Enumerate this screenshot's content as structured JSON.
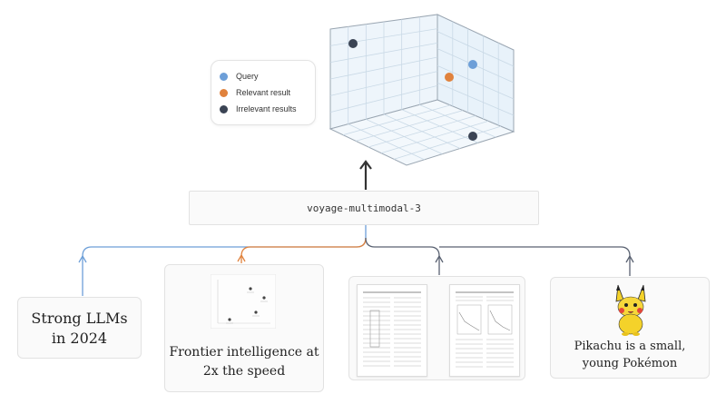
{
  "legend": {
    "items": [
      {
        "label": "Query",
        "color": "#6d9fd8"
      },
      {
        "label": "Relevant result",
        "color": "#e0823d"
      },
      {
        "label": "Irrelevant results",
        "color": "#3b4454"
      }
    ]
  },
  "model": {
    "name": "voyage-multimodal-3"
  },
  "inputs": {
    "text_card": {
      "text": "Strong LLMs in 2024"
    },
    "chart_card": {
      "caption": "Frontier intelligence at 2x the speed"
    },
    "doc_card": {
      "description": "two document pages"
    },
    "image_card": {
      "caption": "Pikachu is a small, young Pokémon"
    }
  },
  "colors": {
    "blue": "#6d9fd8",
    "orange": "#e0823d",
    "dark": "#5a6272",
    "grid": "#c9d9e6"
  }
}
